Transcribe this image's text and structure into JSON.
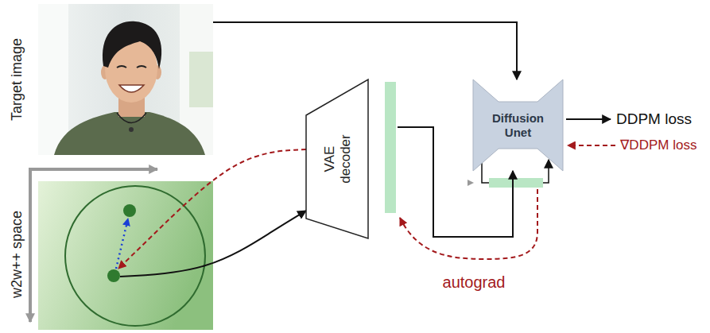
{
  "diagram": {
    "nodes": [
      {
        "text": [
          "Target image"
        ]
      },
      {
        "text": [
          "w2w++ space"
        ]
      },
      {
        "text": [
          "VAE decoder"
        ]
      },
      {
        "text": [
          "Diffusion Unet"
        ]
      }
    ],
    "edges": [
      {
        "from": 0,
        "to": 3,
        "arrow": "to"
      },
      {
        "from": 1,
        "to": 2,
        "arrow": "to"
      },
      {
        "from": 2,
        "to": 3,
        "arrow": "to"
      },
      {
        "from": 2,
        "to": 1,
        "arrow": "to"
      }
    ],
    "labels": [
      "DDPM loss",
      "∇DDPM loss",
      "autograd"
    ]
  }
}
